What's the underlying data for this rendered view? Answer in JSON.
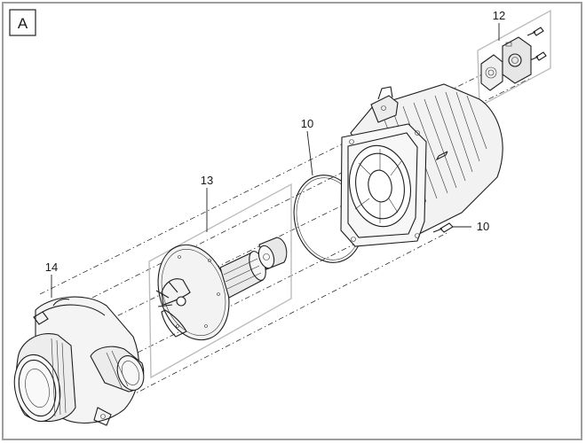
{
  "figure": {
    "panel_label": "A",
    "callouts": {
      "impeller_assembly": "13",
      "pump_housing": "14",
      "seal_ring": "10",
      "screw": "10",
      "connector_bracket": "12"
    }
  }
}
